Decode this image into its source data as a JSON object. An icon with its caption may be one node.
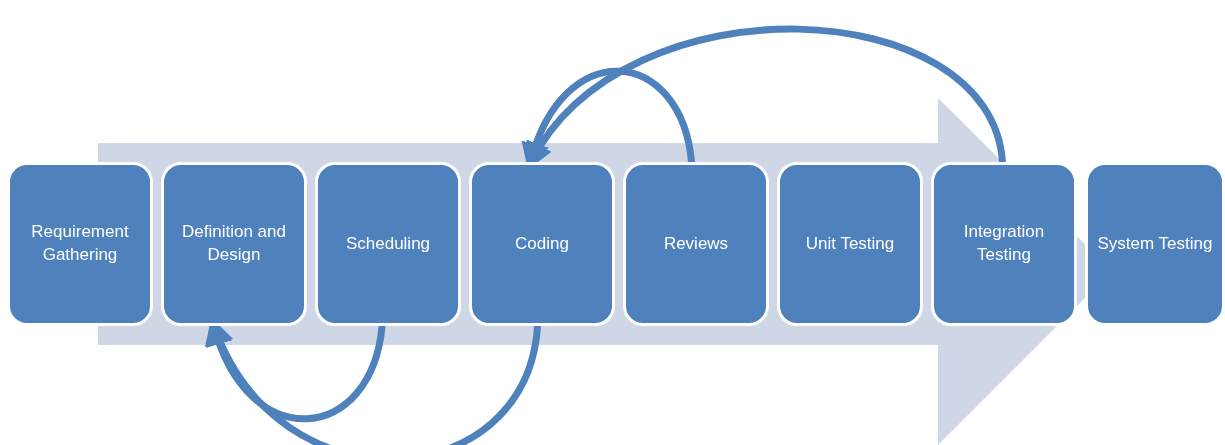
{
  "diagram": {
    "nodes": [
      {
        "text": [
          "Requirement Gathering"
        ]
      },
      {
        "text": [
          "Definition and Design"
        ]
      },
      {
        "text": [
          "Scheduling"
        ]
      },
      {
        "text": [
          "Coding"
        ]
      },
      {
        "text": [
          "Reviews"
        ]
      },
      {
        "text": [
          "Unit Testing"
        ]
      },
      {
        "text": [
          "Integration Testing"
        ]
      },
      {
        "text": [
          "System Testing"
        ]
      }
    ],
    "edges": [
      {
        "from": 2,
        "to": 1,
        "arrow": "to"
      },
      {
        "from": 3,
        "to": 1,
        "arrow": "to"
      },
      {
        "from": 4,
        "to": 3,
        "arrow": "to"
      },
      {
        "from": 6,
        "to": 3,
        "arrow": "to"
      }
    ]
  }
}
